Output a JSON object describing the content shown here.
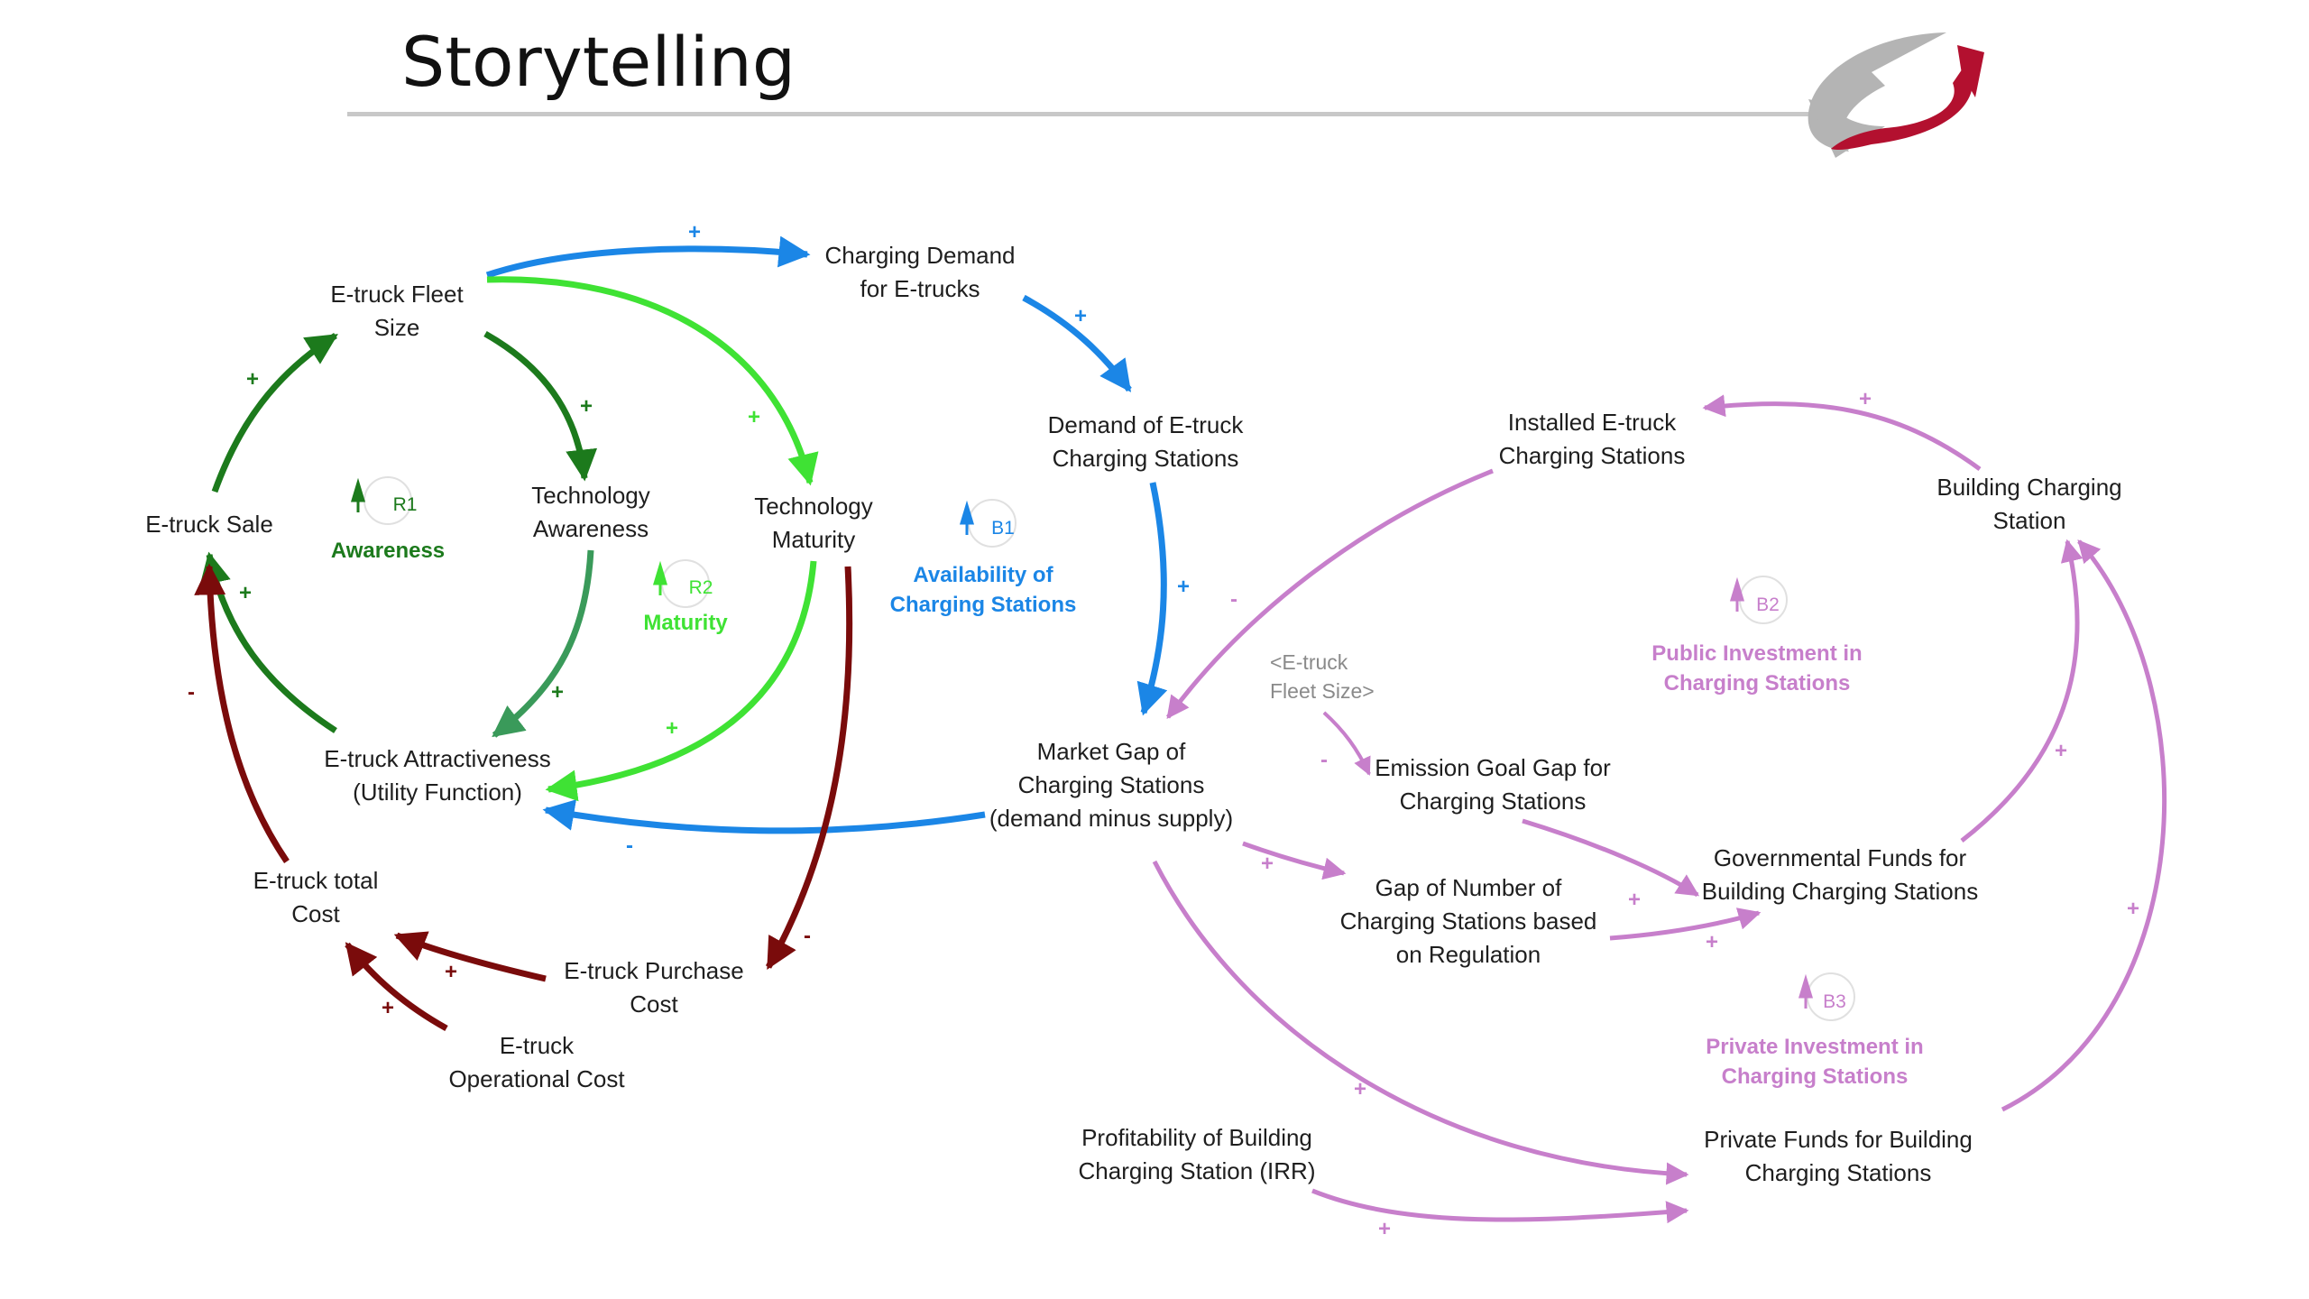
{
  "title": "Storytelling",
  "colors": {
    "blue": "#1b86e6",
    "darkgreen": "#1c7a1c",
    "brightgreen": "#3fe234",
    "medgreen": "#3a9a5a",
    "darkred": "#7a0b0b",
    "purple": "#c77fcb",
    "logo_red": "#b3102f",
    "logo_gray": "#b4b4b4"
  },
  "logo": {
    "icon": "swirl-arrow-logo"
  },
  "nodes": {
    "fleet": [
      "E-truck Fleet",
      "Size"
    ],
    "demand": [
      "Charging Demand",
      "for E-trucks"
    ],
    "demand_stations": [
      "Demand of E-truck",
      "Charging Stations"
    ],
    "installed": [
      "Installed E-truck",
      "Charging Stations"
    ],
    "building": [
      "Building Charging",
      "Station"
    ],
    "sale": [
      "E-truck Sale"
    ],
    "tech_awareness": [
      "Technology",
      "Awareness"
    ],
    "tech_maturity": [
      "Technology",
      "Maturity"
    ],
    "attractiveness": [
      "E-truck Attractiveness",
      "(Utility Function)"
    ],
    "market_gap": [
      "Market Gap of",
      "Charging Stations",
      "(demand minus supply)"
    ],
    "shadow_fleet": [
      "<E-truck",
      "Fleet Size>"
    ],
    "emission_gap": [
      "Emission Goal Gap for",
      "Charging Stations"
    ],
    "gov_funds": [
      "Governmental Funds for",
      "Building Charging Stations"
    ],
    "regulation_gap": [
      "Gap of Number of",
      "Charging Stations based",
      "on Regulation"
    ],
    "total_cost": [
      "E-truck total",
      "Cost"
    ],
    "purchase_cost": [
      "E-truck Purchase",
      "Cost"
    ],
    "operational_cost": [
      "E-truck",
      "Operational Cost"
    ],
    "profitability": [
      "Profitability of Building",
      "Charging Station (IRR)"
    ],
    "private_funds": [
      "Private Funds for Building",
      "Charging Stations"
    ]
  },
  "loops": {
    "r1": {
      "id": "R1",
      "name": [
        "Awareness"
      ]
    },
    "r2": {
      "id": "R2",
      "name": [
        "Maturity"
      ]
    },
    "b1": {
      "id": "B1",
      "name": [
        "Availability of",
        "Charging Stations"
      ]
    },
    "b2": {
      "id": "B2",
      "name": [
        "Public Investment in",
        "Charging Stations"
      ]
    },
    "b3": {
      "id": "B3",
      "name": [
        "Private Investment in",
        "Charging Stations"
      ]
    }
  },
  "polarities": {
    "fleet_to_demand": "+",
    "demand_to_stations": "+",
    "stations_to_gap": "+",
    "building_to_installed": "+",
    "installed_to_gap": "-",
    "sale_to_fleet": "+",
    "fleet_to_awareness": "+",
    "fleet_to_maturity": "+",
    "attr_to_sale": "+",
    "awareness_to_attr": "+",
    "maturity_to_attr": "+",
    "gap_to_attr": "-",
    "maturity_to_purchase": "-",
    "cost_to_sale": "-",
    "purchase_to_cost": "+",
    "operational_to_cost": "+",
    "shadow_to_emission": "-",
    "gap_to_regulation": "+",
    "regulation_to_gov": "+",
    "emission_to_gov": "+",
    "gov_to_building": "+",
    "private_to_building": "+",
    "gap_to_private": "+",
    "irr_to_private": "+"
  }
}
